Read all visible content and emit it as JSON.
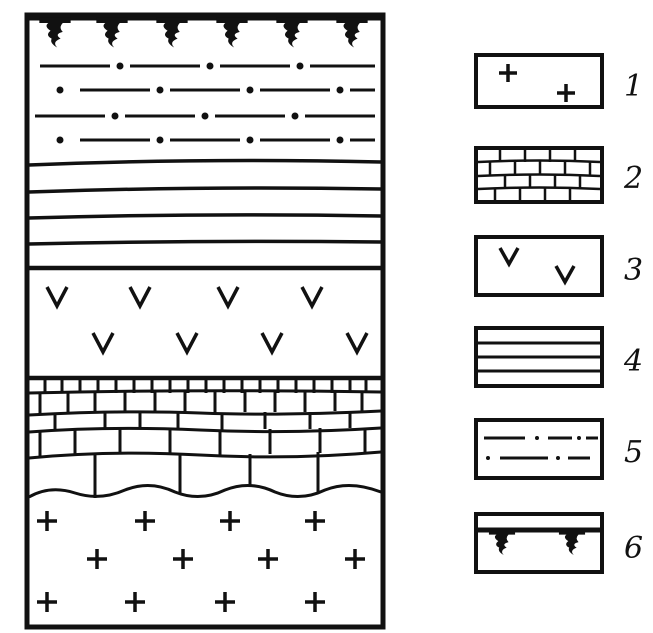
{
  "column": {
    "layers_top_to_bottom": [
      "soil-organic-layer",
      "dash-dot-layer",
      "horizontal-lines-layer",
      "v-pattern-layer",
      "brick-pattern-layer",
      "cross-pattern-layer"
    ]
  },
  "legend": {
    "items": [
      {
        "number": "1",
        "pattern": "cross"
      },
      {
        "number": "2",
        "pattern": "brick"
      },
      {
        "number": "3",
        "pattern": "v"
      },
      {
        "number": "4",
        "pattern": "horizontal-lines"
      },
      {
        "number": "5",
        "pattern": "dash-dot"
      },
      {
        "number": "6",
        "pattern": "soil"
      }
    ]
  },
  "colors": {
    "ink": "#111111",
    "background": "#ffffff"
  }
}
